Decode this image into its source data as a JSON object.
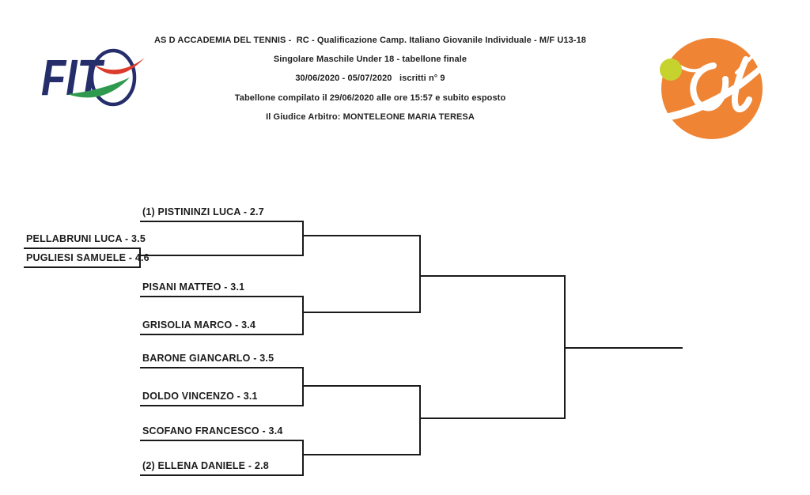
{
  "document": {
    "title_lines": [
      "AS D ACCADEMIA DEL TENNIS -  RC - Qualificazione Camp. Italiano Giovanile Individuale - M/F U13-18",
      "Singolare Maschile Under 18 - tabellone finale",
      "30/06/2020 - 05/07/2020   iscritti n° 9",
      "Tabellone compilato il 29/06/2020 alle ore 15:57 e subito esposto",
      "Il Giudice Arbitro: MONTELEONE MARIA TERESA"
    ]
  },
  "logos": {
    "fit": {
      "text": "FIT",
      "navy": "#252e6b",
      "red": "#dc3a2a",
      "green": "#2f9a4e"
    },
    "academy": {
      "orange": "#ee8434",
      "ball_color": "#c6d32f"
    }
  },
  "bracket": {
    "line_color": "#1a1a1a",
    "preliminary": [
      {
        "label": "PELLABRUNI LUCA - 3.5"
      },
      {
        "label": "PUGLIESI SAMUELE - 4.6"
      }
    ],
    "round1": [
      {
        "label": "(1) PISTININZI LUCA - 2.7"
      },
      {
        "label": "PISANI MATTEO - 3.1"
      },
      {
        "label": "GRISOLIA MARCO - 3.4"
      },
      {
        "label": "BARONE GIANCARLO - 3.5"
      },
      {
        "label": "DOLDO VINCENZO - 3.1"
      },
      {
        "label": "SCOFANO FRANCESCO - 3.4"
      },
      {
        "label": "(2) ELLENA DANIELE - 2.8"
      }
    ]
  }
}
